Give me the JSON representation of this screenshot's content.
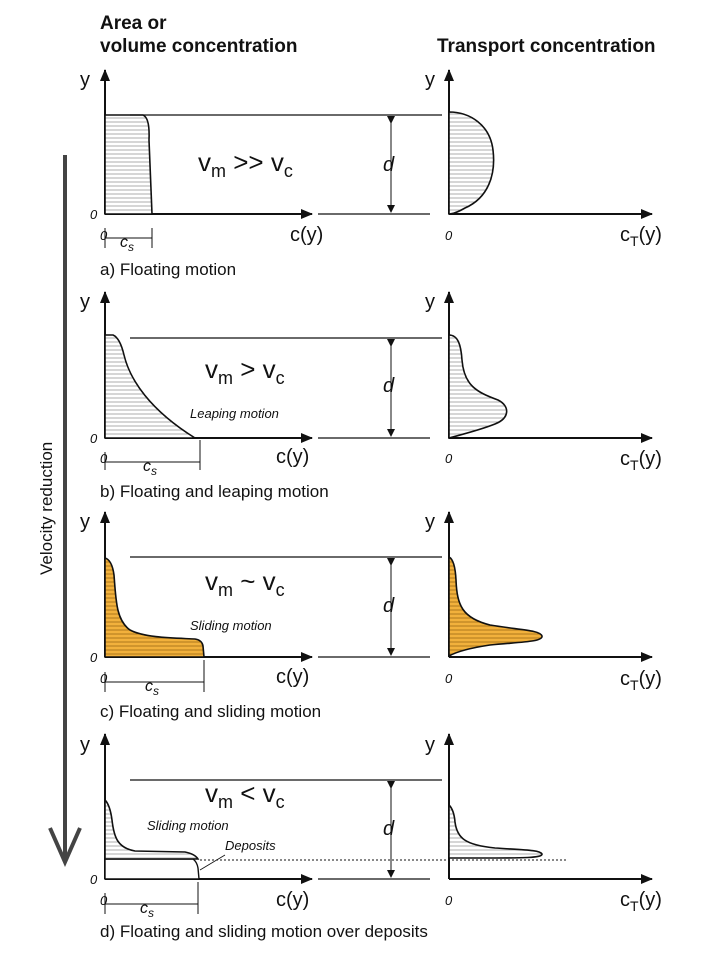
{
  "headers": {
    "left_line1": "Area or",
    "left_line2": "volume concentration",
    "right": "Transport concentration"
  },
  "axes": {
    "y": "y",
    "zero": "0",
    "x_left": "c(y)",
    "x_right_base": "c",
    "x_right_sub": "T",
    "x_right_tail": "(y)",
    "cs_base": "c",
    "cs_sub": "s",
    "d": "d"
  },
  "side_label": "Velocity reduction",
  "panels": [
    {
      "caption": "a) Floating motion",
      "vel_base": "v",
      "vel_sub1": "m",
      "vel_op": " >> v",
      "vel_sub2": "c",
      "annotations": [],
      "fill": "none"
    },
    {
      "caption": "b) Floating and leaping motion",
      "vel_base": "v",
      "vel_sub1": "m",
      "vel_op": " > v",
      "vel_sub2": "c",
      "annotations": [
        "Leaping motion"
      ],
      "fill": "none"
    },
    {
      "caption": "c) Floating and sliding motion",
      "vel_base": "v",
      "vel_sub1": "m",
      "vel_op": " ~ v",
      "vel_sub2": "c",
      "annotations": [
        "Sliding motion"
      ],
      "fill": "#F2B13C"
    },
    {
      "caption": "d) Floating and sliding motion over deposits",
      "vel_base": "v",
      "vel_sub1": "m",
      "vel_op": " < v",
      "vel_sub2": "c",
      "annotations": [
        "Sliding motion",
        "Deposits"
      ],
      "fill": "none"
    }
  ],
  "colors": {
    "orange": "#F2B13C",
    "stroke": "#111111",
    "hatch": "#9a9a9a",
    "arrow": "#444444"
  }
}
